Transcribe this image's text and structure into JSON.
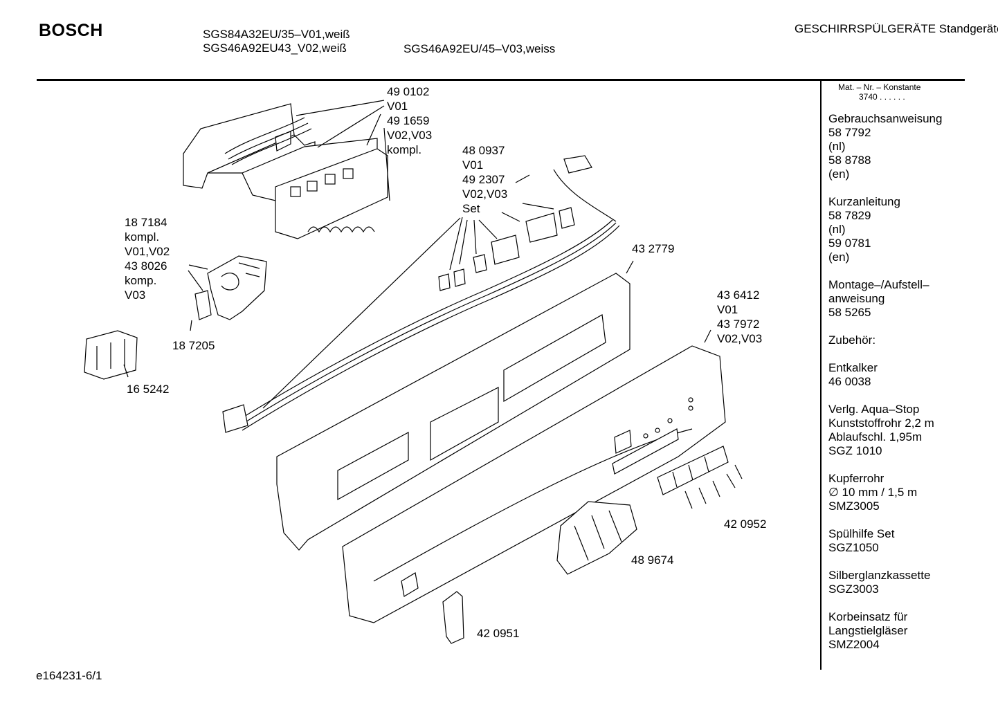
{
  "header": {
    "brand": "BOSCH",
    "model_1": "SGS84A32EU/35–V01,weiß",
    "model_2": "SGS46A92EU43_V02,weiß",
    "model_3": "SGS46A92EU/45–V03,weiss",
    "category": "GESCHIRRSPÜLGERÄTE",
    "subcategory": "Standgeräte"
  },
  "sidebar": {
    "mat_label": "Mat. – Nr. – Konstante",
    "mat_value": "3740 .  .  .  .  .  .",
    "groups": [
      [
        "Gebrauchsanweisung",
        "58 7792",
        "(nl)",
        "58 8788",
        "(en)"
      ],
      [
        "Kurzanleitung",
        "58 7829",
        "(nl)",
        "59 0781",
        "(en)"
      ],
      [
        "Montage–/Aufstell–",
        "anweisung",
        "58 5265"
      ],
      [
        "Zubehör:"
      ],
      [
        "Entkalker",
        "46 0038"
      ],
      [
        "Verlg. Aqua–Stop",
        "Kunststoffrohr 2,2 m",
        "Ablaufschl. 1,95m",
        "SGZ 1010"
      ],
      [
        "Kupferrohr",
        "∅ 10 mm / 1,5 m",
        "SMZ3005"
      ],
      [
        "Spülhilfe Set",
        "SGZ1050"
      ],
      [
        "Silberglanzkassette",
        "SGZ3003"
      ],
      [
        "Korbeinsatz für",
        "Langstielgläser",
        "SMZ2004"
      ]
    ]
  },
  "callouts": {
    "c490102": [
      "49 0102",
      "V01",
      "49 1659",
      "V02,V03",
      "kompl."
    ],
    "c480937": [
      "48 0937",
      "V01",
      "49 2307",
      "V02,V03",
      "Set"
    ],
    "c187184": [
      "18 7184",
      "kompl.",
      "V01,V02",
      "43 8026",
      "komp.",
      "V03"
    ],
    "c187205": "18 7205",
    "c165242": "16 5242",
    "c432779": "43 2779",
    "c436412": [
      "43 6412",
      "V01",
      "43 7972",
      "V02,V03"
    ],
    "c420952": "42 0952",
    "c489674": "48 9674",
    "c420951": "42 0951"
  },
  "footer": {
    "doc_id": "e164231-6/1"
  }
}
